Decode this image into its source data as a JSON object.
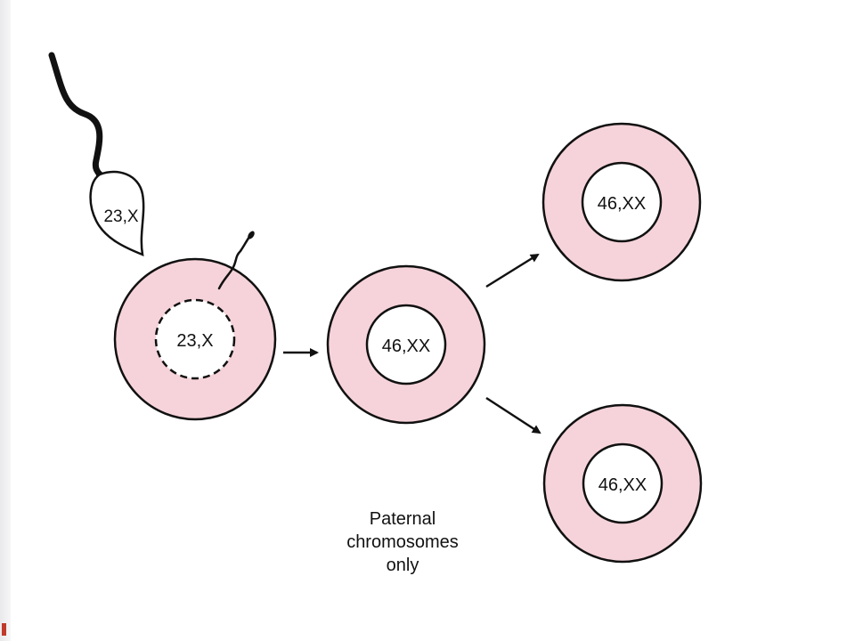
{
  "diagram": {
    "sperm_label": "23,X",
    "fertilized_egg_label": "23,X",
    "zygote_label": "46,XX",
    "daughter_top_label": "46,XX",
    "daughter_bottom_label": "46,XX",
    "caption_lines": [
      "Paternal",
      "chromosomes",
      "only"
    ]
  },
  "colors": {
    "cytoplasm": "#f6d3da",
    "outline": "#111111",
    "nucleus": "#ffffff",
    "paper_edge": "#e9e9ec"
  }
}
